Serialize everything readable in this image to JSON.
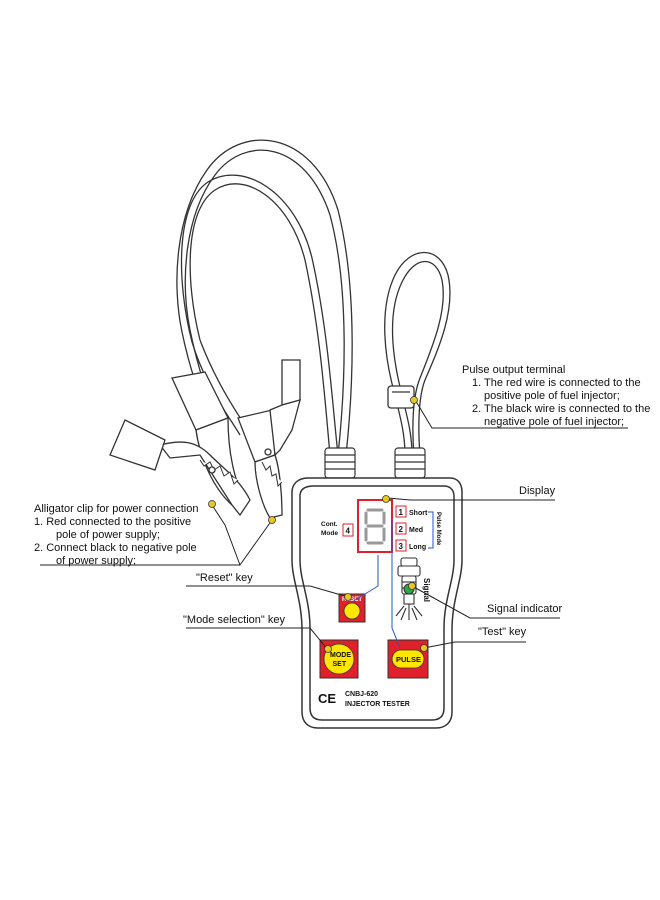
{
  "annotations": {
    "pulse_output": {
      "title": "Pulse output terminal",
      "line1": "1. The red wire is connected to the",
      "line2": "positive pole of fuel injector;",
      "line3": "2. The black wire is connected to the",
      "line4": "negative pole of fuel injector;"
    },
    "alligator": {
      "title": "Alligator clip for power connection",
      "line1": "1. Red connected to the positive",
      "line2": "pole of power supply;",
      "line3": "2. Connect black to negative pole",
      "line4": "of power supply;"
    },
    "display": "Display",
    "reset_key": "\"Reset\" key",
    "mode_key": "\"Mode selection\" key",
    "signal_indicator": "Signal indicator",
    "test_key": "\"Test\" key"
  },
  "device": {
    "cont_label": "Cont.",
    "mode_label": "Mode",
    "mode_number": "4",
    "modes": [
      {
        "num": "1",
        "label": "Short"
      },
      {
        "num": "2",
        "label": "Med"
      },
      {
        "num": "3",
        "label": "Long"
      }
    ],
    "pulse_mode_label": "Pulse Mode",
    "signal_label": "Signal",
    "reset_label": "RESET",
    "mode_set_line1": "MODE",
    "mode_set_line2": "SET",
    "pulse_label": "PULSE",
    "ce_mark": "CE",
    "model": "CNBJ-620",
    "product_name": "INJECTOR TESTER"
  },
  "colors": {
    "outline": "#333333",
    "accent_red": "#e0202a",
    "button_yellow": "#ffe600",
    "leader_blue": "#2255cc",
    "indicator_green": "#2aa84a",
    "dot_yellow": "#e8c820"
  }
}
